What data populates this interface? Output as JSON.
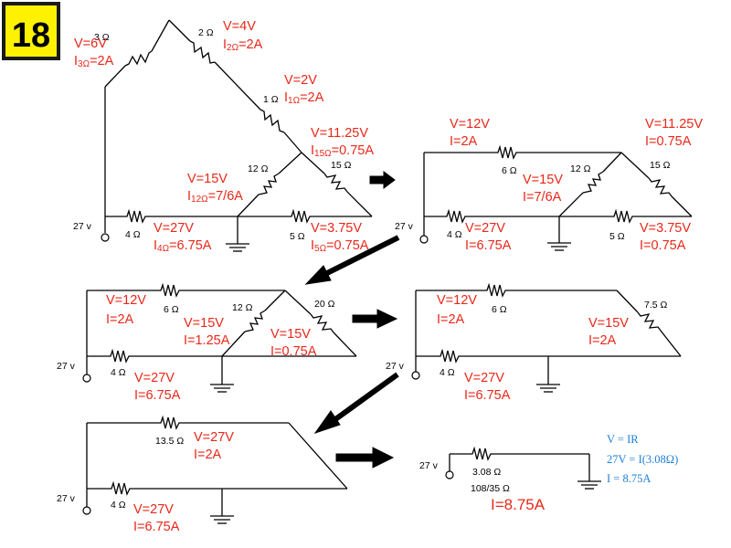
{
  "badge": "18",
  "d1": {
    "r3": "3 Ω",
    "r2": "2 Ω",
    "r1": "1 Ω",
    "r12": "12 Ω",
    "r15": "15 Ω",
    "r4": "4 Ω",
    "r5": "5 Ω",
    "src": "27 v",
    "a_v": "V=6V",
    "a_i": "I",
    "a_isub": "3Ω",
    "a_ival": "=2A",
    "b_v": "V=4V",
    "b_i": "I",
    "b_isub": "2Ω",
    "b_ival": "=2A",
    "c_v": "V=2V",
    "c_i": "I",
    "c_isub": "1Ω",
    "c_ival": "=2A",
    "d_v": "V=11.25V",
    "d_i": "I",
    "d_isub": "15Ω",
    "d_ival": "=0.75A",
    "e_v": "V=15V",
    "e_i": "I",
    "e_isub": "12Ω",
    "e_ival": "=7/6A",
    "f_v": "V=27V",
    "f_i": "I",
    "f_isub": "4Ω",
    "f_ival": "=6.75A",
    "g_v": "V=3.75V",
    "g_i": "I",
    "g_isub": "5Ω",
    "g_ival": "=0.75A"
  },
  "d2": {
    "r6": "6 Ω",
    "r12": "12 Ω",
    "r15": "15 Ω",
    "r4": "4 Ω",
    "r5": "5 Ω",
    "src": "27 v",
    "a_v": "V=12V",
    "a_i": "I=2A",
    "b_v": "V=11.25V",
    "b_i": "I=0.75A",
    "c_v": "V=15V",
    "c_i": "I=7/6A",
    "d_v": "V=27V",
    "d_i": "I=6.75A",
    "e_v": "V=3.75V",
    "e_i": "I=0.75A"
  },
  "d3": {
    "r6": "6 Ω",
    "r12": "12 Ω",
    "r20": "20 Ω",
    "r4": "4 Ω",
    "src": "27 v",
    "a_v": "V=12V",
    "a_i": "I=2A",
    "b_v": "V=15V",
    "b_i": "I=1.25A",
    "c_v": "V=15V",
    "c_i": "I=0.75A",
    "d_v": "V=27V",
    "d_i": "I=6.75A"
  },
  "d4": {
    "r6": "6 Ω",
    "r75": "7.5 Ω",
    "r4": "4 Ω",
    "src": "27 v",
    "a_v": "V=12V",
    "a_i": "I=2A",
    "b_v": "V=15V",
    "b_i": "I=2A",
    "c_v": "V=27V",
    "c_i": "I=6.75A"
  },
  "d5": {
    "r135": "13.5 Ω",
    "r4": "4 Ω",
    "src": "27 v",
    "a_v": "V=27V",
    "a_i": "I=2A",
    "b_v": "V=27V",
    "b_i": "I=6.75A"
  },
  "d6": {
    "src": "27 v",
    "r308": "3.08 Ω",
    "frac": "108/35 Ω",
    "total": "I=8.75A",
    "eq1": "V = IR",
    "eq2": "27V = I(3.08Ω)",
    "eq3": "I = 8.75A"
  }
}
